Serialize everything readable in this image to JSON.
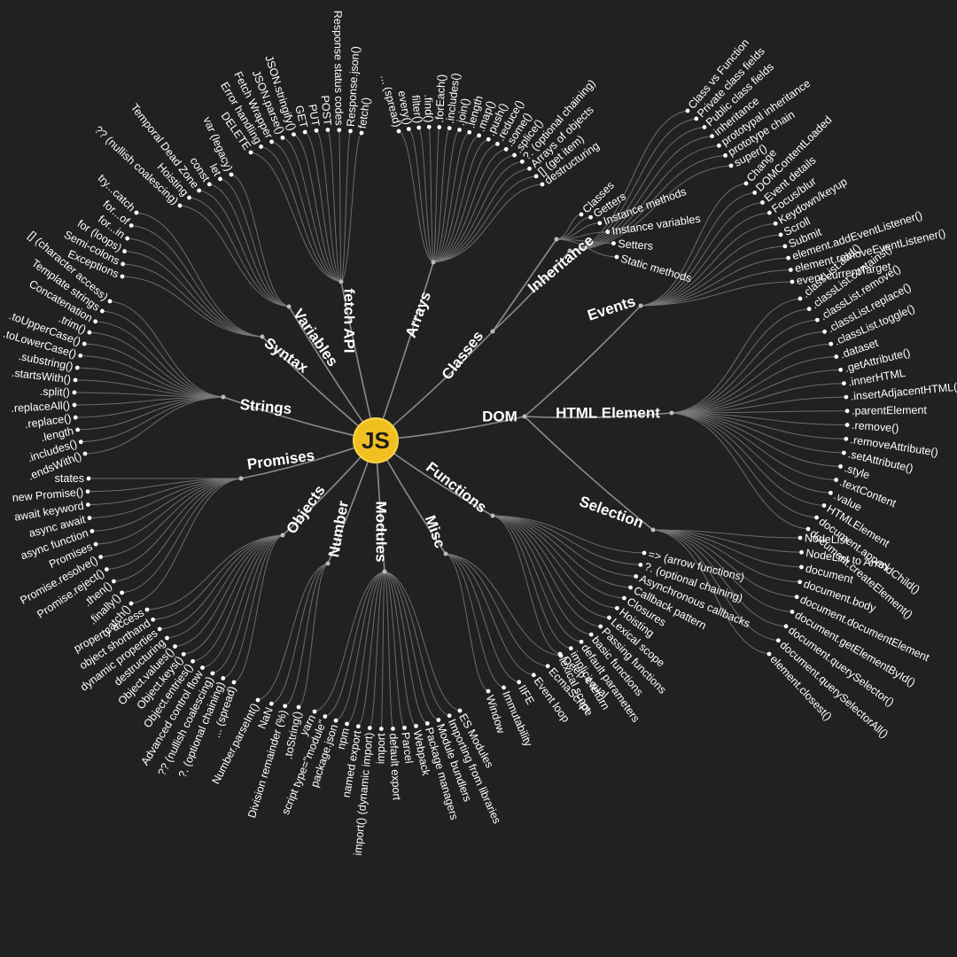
{
  "center": {
    "label": "JS",
    "color": "#f0c020"
  },
  "branches": [
    {
      "id": "fetch-api",
      "label": "fetch API",
      "items": [
        "fetch()",
        "Response.json()",
        "Response status codes",
        "POST",
        "PUT",
        "GET",
        "JSON.stringify()",
        "JSON.parse()",
        "Fetch Wrapper",
        "Error handling",
        "DELETE"
      ]
    },
    {
      "id": "arrays",
      "label": "Arrays",
      "items": [
        "... (spread)",
        "every()",
        "filter()",
        ".find()",
        ".forEach()",
        ".includes()",
        ".join()",
        ".length",
        ".map()",
        ".push()",
        ".reduce()",
        ".some()",
        ".splice()",
        "?. (optional chaining)",
        "Arrays of objects",
        "[] (get item)",
        "destructuring"
      ]
    },
    {
      "id": "variables",
      "label": "Variables",
      "items": [
        "var (legacy)",
        "let",
        "const",
        "Temporal Dead Zone",
        "Hoisting",
        "?? (nullish coalescing)"
      ]
    },
    {
      "id": "syntax",
      "label": "Syntax",
      "items": [
        "try...catch",
        "for...of",
        "for...in",
        "for (loops)",
        "Semi-colons",
        "Exceptions"
      ]
    },
    {
      "id": "strings",
      "label": "Strings",
      "items": [
        "[] (character access)",
        "Template strings",
        "Concatenation",
        ".trim()",
        ".toUpperCase()",
        ".toLowerCase()",
        ".substring()",
        ".startsWith()",
        ".split()",
        ".replaceAll()",
        ".replace()",
        ".length",
        ".includes()",
        ".endsWith()"
      ]
    },
    {
      "id": "promises",
      "label": "Promises",
      "items": [
        "states",
        "new Promise()",
        "await keyword",
        "async await",
        "async function",
        "Promises",
        "Promise.resolve()",
        "Promise.reject()",
        ".then()",
        ".finally()",
        ".catch()"
      ]
    },
    {
      "id": "objects",
      "label": "Objects",
      "items": [
        "property access",
        "object shorthand",
        "dynamic properties",
        "destructuring",
        "Object.values()",
        "Object.keys()",
        "Object.entries()",
        "Advanced control flow",
        "?? (nullish coalescing)",
        "?. (optional chaining)",
        "... (spread)"
      ]
    },
    {
      "id": "number",
      "label": "Number",
      "items": [
        "Number.parseInt()",
        "NaN",
        "Division remainder (%)",
        ".toString()"
      ]
    },
    {
      "id": "modules",
      "label": "Modules",
      "items": [
        "yarn",
        "script type=\"module\"",
        "package.json",
        "npm",
        "named export",
        "import() (dynamic import)",
        "import",
        "default export",
        "Parcel",
        "Webpack",
        "Package managers",
        "Module bundlers",
        "Importing from libraries",
        "ES Modules"
      ]
    },
    {
      "id": "misc",
      "label": "Misc",
      "items": [
        "Window",
        "Immutability",
        "IIFE",
        "Event loop",
        "EcmaScript",
        "Deep equal"
      ]
    },
    {
      "id": "functions",
      "label": "Functions",
      "items": [
        "lexical scope",
        "implicit return",
        "default parameters",
        "basic functions",
        "Passing functions",
        "Lexical scope",
        "Hoisting",
        "Closures",
        "Callback pattern",
        "Asynchronous callbacks",
        "?. (optional chaining)",
        "=> (arrow functions)"
      ]
    },
    {
      "id": "selection",
      "label": "Selection",
      "items": [
        "NodeList",
        "NodeList to Array",
        "document",
        "document.body",
        "document.documentElement",
        "document.getElementById()",
        "document.querySelector()",
        "document.querySelectorAll()",
        "element.closest()"
      ]
    },
    {
      "id": "dom",
      "label": "DOM",
      "items": []
    },
    {
      "id": "html-element",
      "label": "HTML Element",
      "items": [
        ".classList.add()",
        ".classList.contains()",
        ".classList.remove()",
        ".classList.replace()",
        ".classList.toggle()",
        ".dataset",
        ".getAttribute()",
        ".innerHTML",
        ".insertAdjacentHTML()",
        ".parentElement",
        ".remove()",
        ".removeAttribute()",
        ".setAttribute()",
        ".style",
        ".textContent",
        ".value",
        "HTMLElement",
        "document.appendChild()",
        "document.createElement()"
      ]
    },
    {
      "id": "events",
      "label": "Events",
      "items": [
        "Change",
        "DOMContentLoaded",
        "Event details",
        "Focus/blur",
        "Keydown/keyup",
        "Scroll",
        "Submit",
        "element.addEventListener()",
        "element.removeEventListener()",
        "event.currentTarget"
      ]
    },
    {
      "id": "classes",
      "label": "Classes",
      "items": []
    },
    {
      "id": "inheritance",
      "label": "Inheritance",
      "items": [
        "Class vs Function",
        "Private class fields",
        "Public class fields",
        "inheritance",
        "prototypal inheritance",
        "prototype chain",
        "super()"
      ]
    },
    {
      "id": "classes-direct",
      "label": "",
      "items": [
        "Classes",
        "Getters",
        "Instance methods",
        "Instance variables",
        "Setters",
        "Static methods"
      ]
    }
  ]
}
